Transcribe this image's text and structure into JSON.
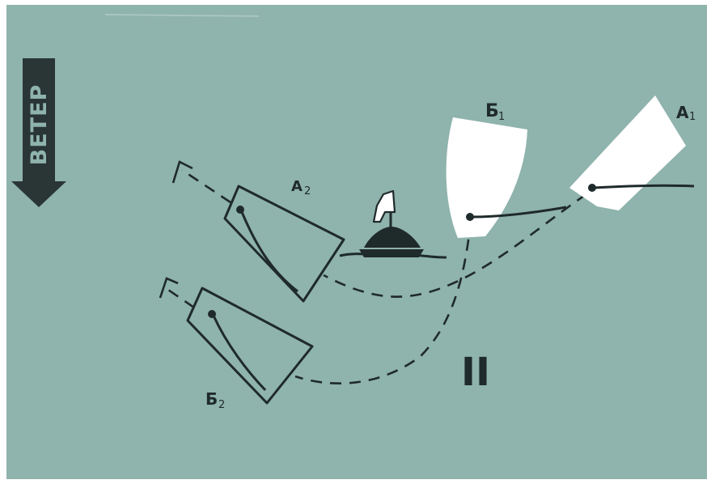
{
  "wind": {
    "label": "ВЕТЕР"
  },
  "boats": {
    "a1": {
      "letter": "А",
      "index": "1"
    },
    "b1": {
      "letter": "Б",
      "index": "1"
    },
    "a2": {
      "letter": "А",
      "index": "2"
    },
    "b2": {
      "letter": "Б",
      "index": "2"
    }
  },
  "situation_number": "II",
  "colors": {
    "background": "#8fb3ad",
    "ink": "#1f2a2b",
    "boat_white": "#ffffff"
  }
}
